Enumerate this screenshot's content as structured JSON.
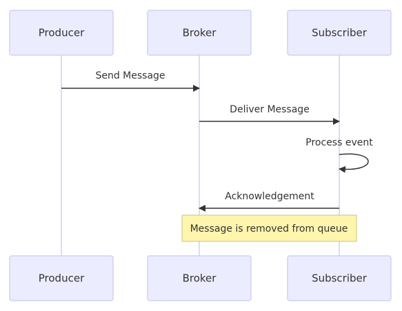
{
  "participants": [
    {
      "id": "producer",
      "label": "Producer"
    },
    {
      "id": "broker",
      "label": "Broker"
    },
    {
      "id": "subscriber",
      "label": "Subscriber"
    }
  ],
  "messages": [
    {
      "from": "producer",
      "to": "broker",
      "label": "Send Message"
    },
    {
      "from": "broker",
      "to": "subscriber",
      "label": "Deliver Message"
    },
    {
      "from": "subscriber",
      "to": "subscriber",
      "label": "Process event"
    },
    {
      "from": "subscriber",
      "to": "broker",
      "label": "Acknowledgement"
    }
  ],
  "note": {
    "text": "Message is removed from queue"
  },
  "colors": {
    "actor_fill": "#ECECFF",
    "actor_stroke": "#C9C9F0",
    "lifeline": "#D7D7F2",
    "arrow": "#333333",
    "note_fill": "#FFF5AD",
    "note_stroke": "#C8C38A"
  }
}
